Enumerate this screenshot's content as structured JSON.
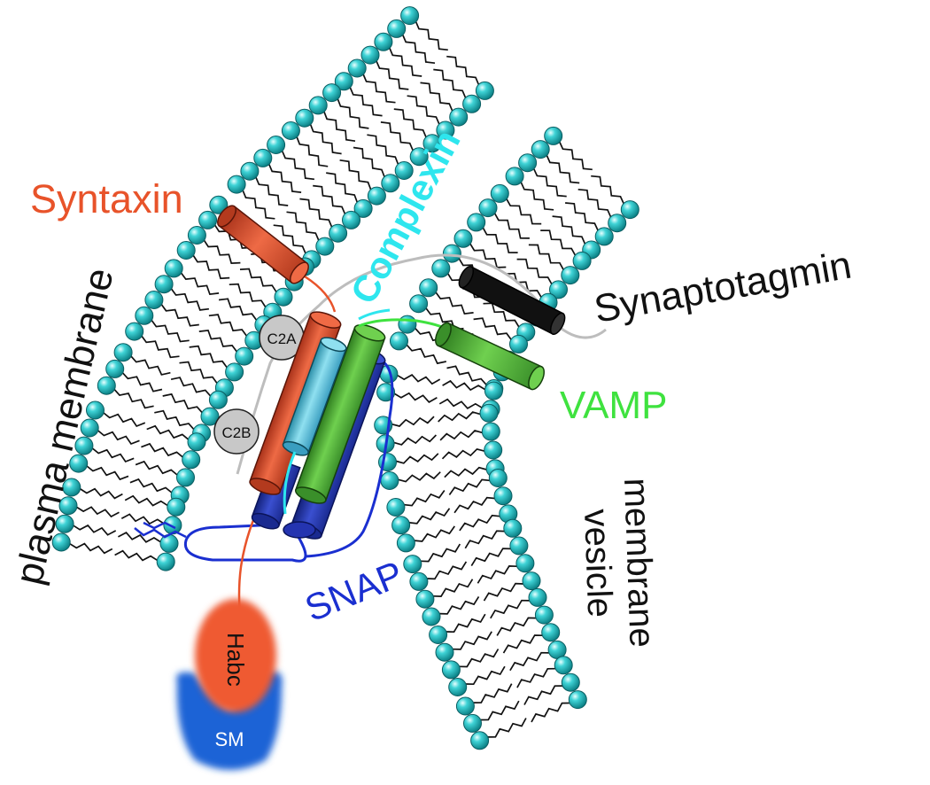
{
  "labels": {
    "syntaxin": "Syntaxin",
    "complexin": "Complexin",
    "synaptotagmin": "Synaptotagmin",
    "vamp": "VAMP",
    "plasma_membrane": "plasma membrane",
    "vesicle": "vesicle",
    "membrane": "membrane",
    "snap": "SNAP",
    "c2a": "C2A",
    "c2b": "C2B",
    "habc": "Habc",
    "sm": "SM"
  },
  "colors": {
    "syntaxin": "#e8532a",
    "complexin": "#2ee6ee",
    "synaptotagmin": "#000000",
    "vamp": "#3fe23f",
    "snap": "#1a2fd0",
    "label_black": "#111111",
    "lipid_head": "#2cbfc4",
    "lipid_head_dark": "#0d6f74",
    "c2_domain": "#c8c8c8",
    "sm": "#1f63d6",
    "habc": "#ef5a33"
  }
}
